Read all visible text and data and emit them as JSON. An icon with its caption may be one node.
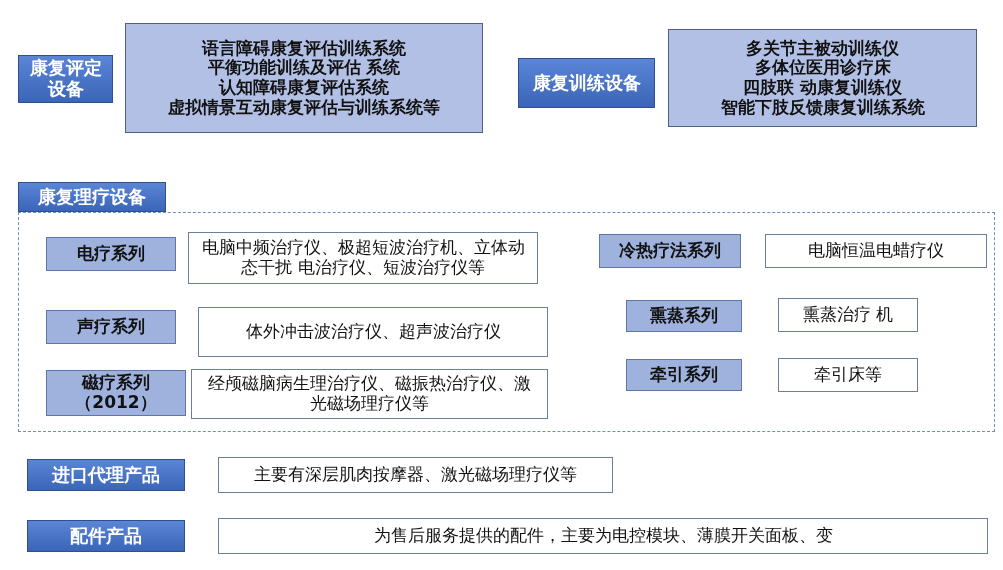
{
  "diagram": {
    "nodes": [
      {
        "text": [
          "康复评定设备"
        ]
      },
      {
        "text": [
          "语言障碍康复评估训练系统",
          "平衡功能训练及评估 系统",
          "认知障碍康复评估系统",
          "虚拟情景互动康复评估与训练系统等"
        ]
      },
      {
        "text": [
          "康复训练设备"
        ]
      },
      {
        "text": [
          "多关节主被动训练仪",
          "多体位医用诊疗床",
          "四肢联 动康复训练仪",
          "智能下肢反馈康复训练系统"
        ]
      },
      {
        "text": [
          "康复理疗设备"
        ]
      },
      {
        "text": [],
        "shape": "box"
      },
      {
        "text": [
          "电疗系列"
        ],
        "in": 5
      },
      {
        "text": [
          "电脑中频治疗仪、极超短波治疗机、立体动态干扰 电治疗仪、短波治疗仪等"
        ],
        "in": 5
      },
      {
        "text": [
          "冷热疗法系列"
        ],
        "in": 5
      },
      {
        "text": [
          "电脑恒温电蜡疗仪"
        ],
        "in": 5
      },
      {
        "text": [
          "声疗系列"
        ],
        "in": 5
      },
      {
        "text": [
          "体外冲击波治疗仪、超声波治疗仪"
        ],
        "in": 5
      },
      {
        "text": [
          "熏蒸系列"
        ],
        "in": 5
      },
      {
        "text": [
          "熏蒸治疗 机"
        ],
        "in": 5
      },
      {
        "text": [
          "磁疗系列（2012）"
        ],
        "in": 5
      },
      {
        "text": [
          "经颅磁脑病生理治疗仪、磁振热治疗仪、激光磁场理疗仪等"
        ],
        "in": 5
      },
      {
        "text": [
          "牵引系列"
        ],
        "in": 5
      },
      {
        "text": [
          "牵引床等"
        ],
        "in": 5
      },
      {
        "text": [
          "进口代理产品"
        ]
      },
      {
        "text": [
          "主要有深层肌肉按摩器、激光磁场理疗仪等"
        ]
      },
      {
        "text": [
          "配件产品"
        ]
      },
      {
        "text": [
          "为售后服务提供的配件，主要为电控模块、薄膜开关面板、变"
        ]
      }
    ],
    "edges": []
  }
}
